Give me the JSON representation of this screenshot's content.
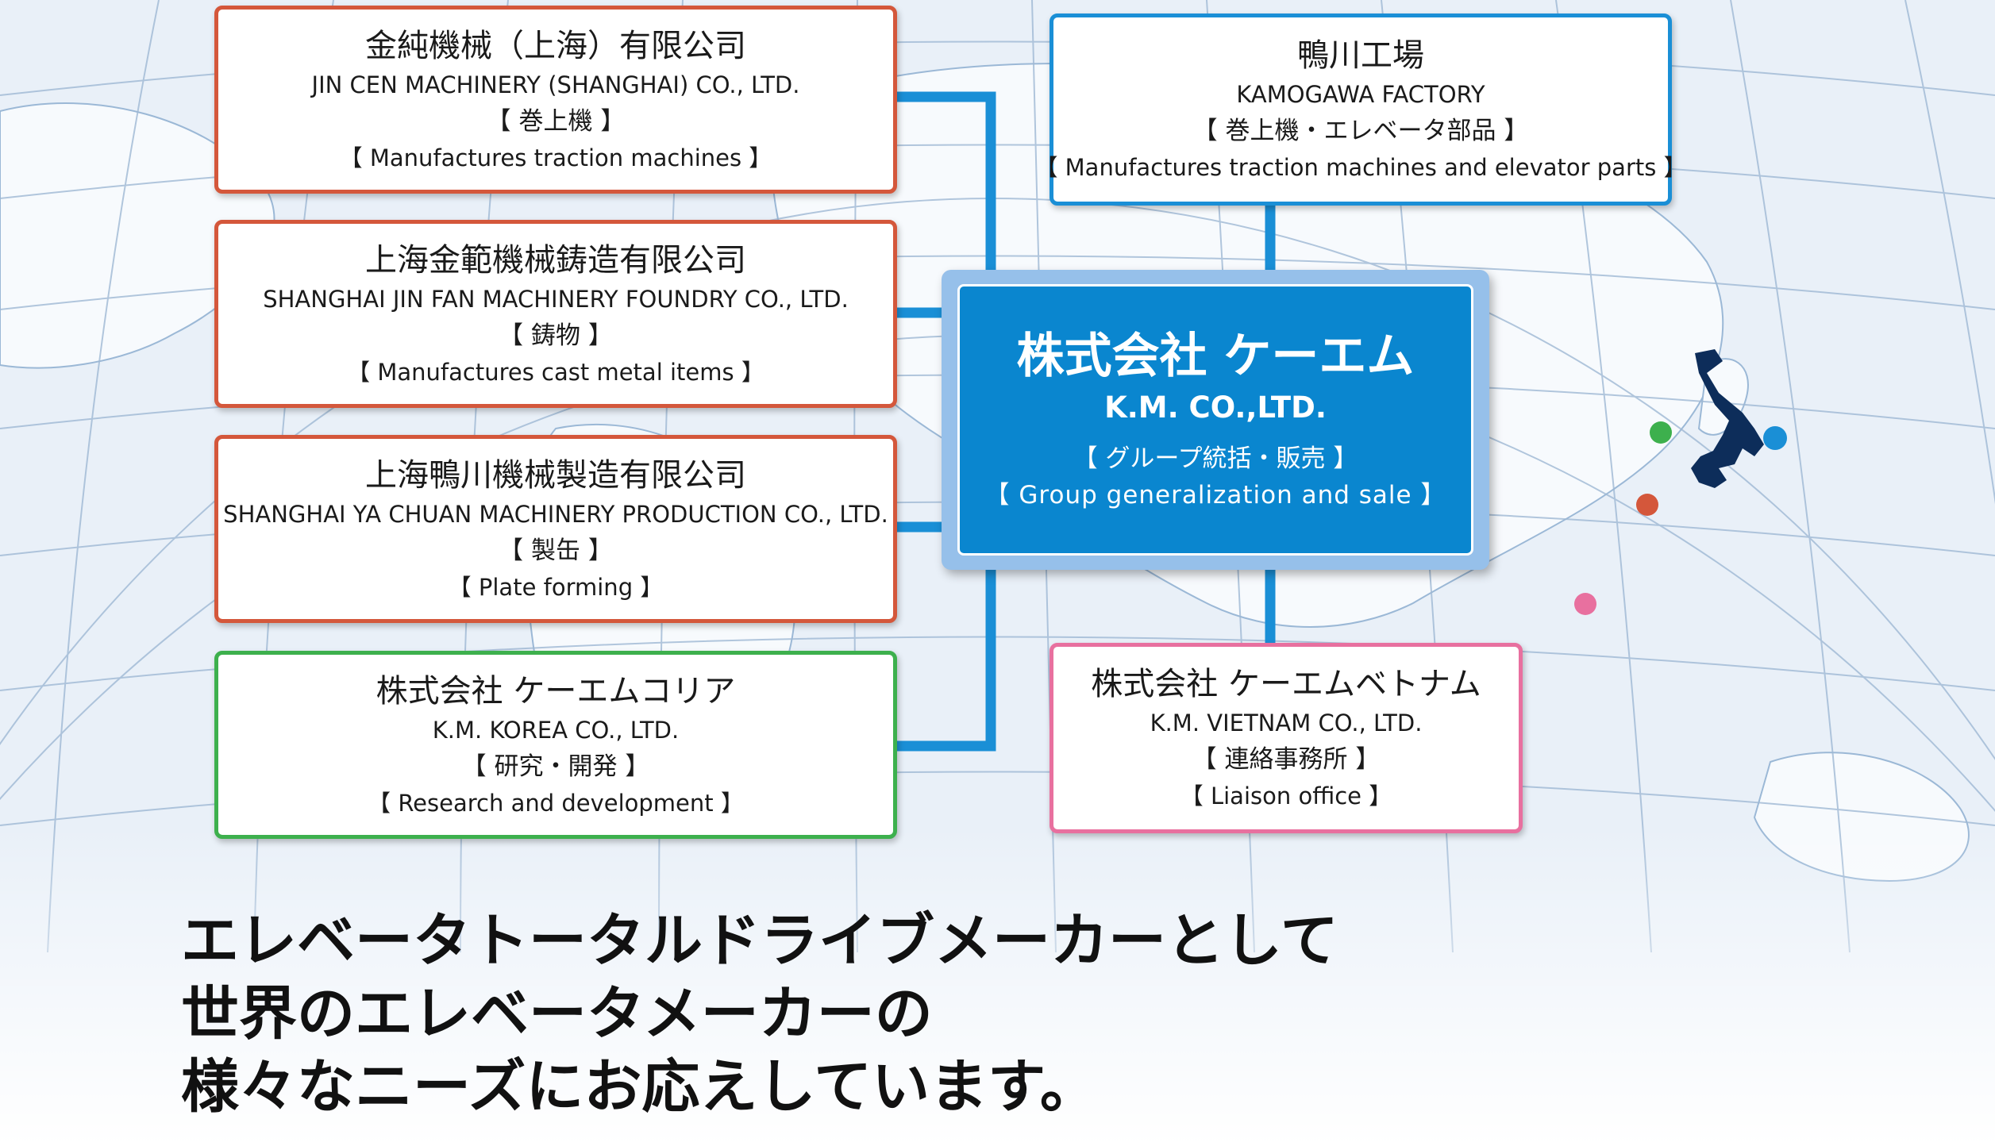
{
  "headquarters": {
    "name_jp": "株式会社 ケーエム",
    "name_en": "K.M. CO.,LTD.",
    "role_jp": "【 グループ統括・販売 】",
    "role_en": "【 Group generalization and sale 】"
  },
  "companies": [
    {
      "name_jp": "金純機械（上海）有限公司",
      "name_en": "JIN CEN MACHINERY (SHANGHAI) CO., LTD.",
      "role_jp": "【 巻上機 】",
      "role_en": "【 Manufactures traction machines 】"
    },
    {
      "name_jp": "上海金範機械鋳造有限公司",
      "name_en": "SHANGHAI JIN FAN MACHINERY FOUNDRY CO., LTD.",
      "role_jp": "【 鋳物 】",
      "role_en": "【 Manufactures cast metal items 】"
    },
    {
      "name_jp": "上海鴨川機械製造有限公司",
      "name_en": "SHANGHAI YA CHUAN MACHINERY PRODUCTION CO., LTD.",
      "role_jp": "【 製缶 】",
      "role_en": "【 Plate forming 】"
    },
    {
      "name_jp": "株式会社 ケーエムコリア",
      "name_en": "K.M. KOREA CO., LTD.",
      "role_jp": "【 研究・開発 】",
      "role_en": "【 Research and development 】"
    },
    {
      "name_jp": "鴨川工場",
      "name_en": "KAMOGAWA FACTORY",
      "role_jp": "【 巻上機・エレベータ部品 】",
      "role_en": "【 Manufactures traction machines and elevator parts 】"
    },
    {
      "name_jp": "株式会社 ケーエムベトナム",
      "name_en": "K.M. VIETNAM CO., LTD.",
      "role_jp": "【 連絡事務所 】",
      "role_en": "【 Liaison office 】"
    }
  ],
  "tagline": [
    "エレベータトータルドライブメーカーとして",
    "世界のエレベータメーカーの",
    "様々なニーズにお応えしています。"
  ],
  "colors": {
    "hq": "#0a86cf",
    "china": "#d4573b",
    "korea": "#3db04d",
    "vietnam": "#e8709f",
    "japan": "#1a8fd6",
    "connector": "#1a8fd6"
  }
}
